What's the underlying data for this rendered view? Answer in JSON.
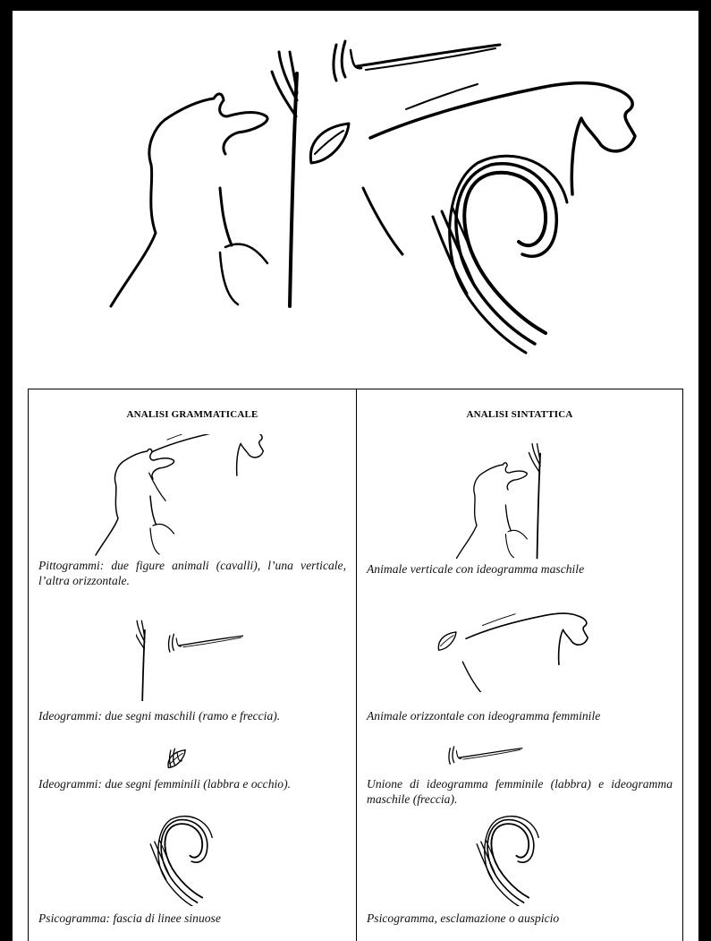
{
  "table": {
    "left_header": "ANALISI GRAMMATICALE",
    "right_header": "ANALISI SINTATTICA",
    "left_captions": [
      "Pittogrammi: due figure animali (cavalli), l’una verticale, l’altra orizzontale.",
      "Ideogrammi: due segni maschili (ramo e freccia).",
      "Ideogrammi: due segni femminili (labbra e occhio).",
      "Psicogramma: fascia di linee sinuose"
    ],
    "right_captions": [
      "Animale verticale con ideogramma maschile",
      "Animale orizzontale con ideogramma femminile",
      "Unione di ideogramma femminile (labbra) e ideogramma maschile (freccia).",
      "Psicogramma, esclamazione o auspicio"
    ]
  }
}
